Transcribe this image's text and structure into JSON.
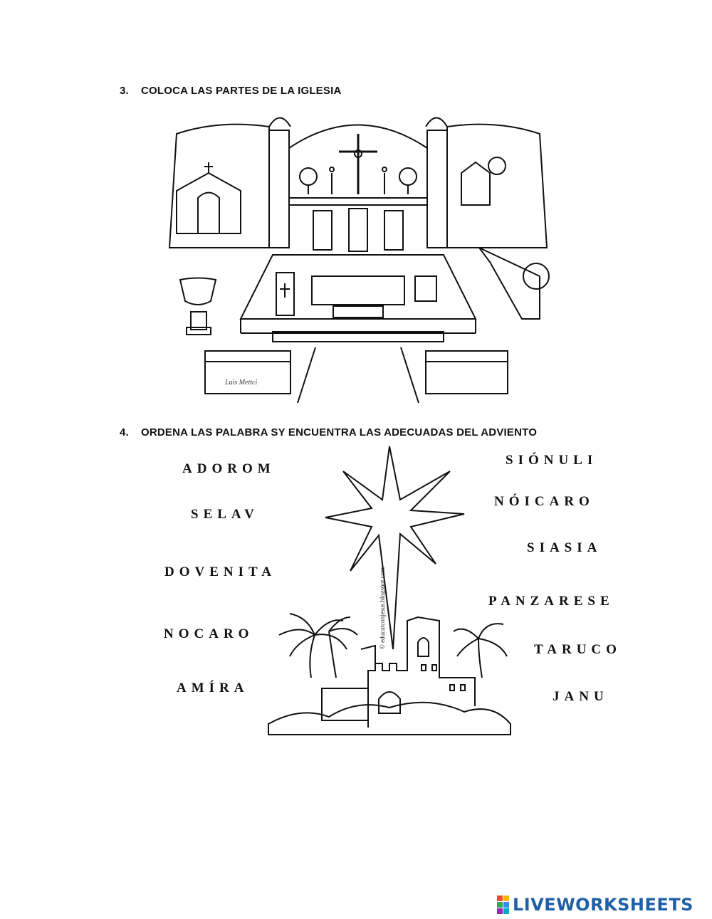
{
  "section3": {
    "number": "3.",
    "title": "COLOCA LAS PARTES DE LA IGLESIA"
  },
  "section4": {
    "number": "4.",
    "title": "ORDENA LAS PALABRA SY ENCUENTRA LAS ADECUADAS DEL ADVIENTO"
  },
  "left_words": [
    "ADOROM",
    "SELAV",
    "DOVENITA",
    "NOCARO",
    "AMÍRA"
  ],
  "right_words": [
    "SIÓNULI",
    "NÓICARO",
    "SIASIA",
    "PANZARESE",
    "TARUCO",
    "JANU"
  ],
  "illustration_credit": "© educarconjesus.blogspot.com",
  "church_signature": "Luis Mettci",
  "footer": {
    "brand": "LIVEWORKSHEETS"
  },
  "colors": {
    "brand_blue": "#1f5fa8",
    "ink": "#111111"
  }
}
